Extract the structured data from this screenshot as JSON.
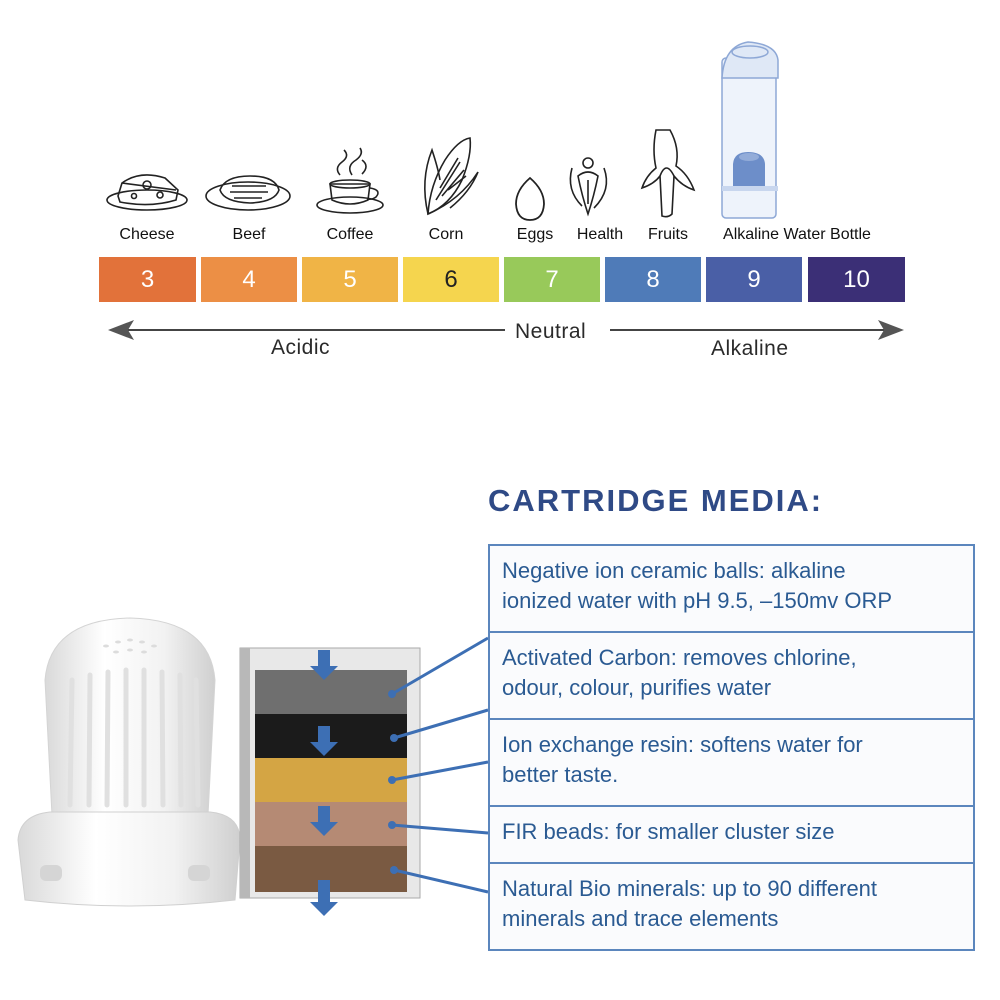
{
  "ph_scale": {
    "items": [
      {
        "label": "Cheese",
        "value": "3",
        "color": "#e2723a",
        "text_color": "#ffffff"
      },
      {
        "label": "Beef",
        "value": "4",
        "color": "#ec8f45",
        "text_color": "#ffffff"
      },
      {
        "label": "Coffee",
        "value": "5",
        "color": "#f0b446",
        "text_color": "#ffffff"
      },
      {
        "label": "Corn",
        "value": "6",
        "color": "#f5d54e",
        "text_color": "#222222"
      },
      {
        "label": "Eggs",
        "value": "7",
        "color": "#98c95a",
        "text_color": "#ffffff"
      },
      {
        "label": "Health",
        "value": "8",
        "color": "#4f7bb8",
        "text_color": "#ffffff"
      },
      {
        "label": "Fruits",
        "value": "9",
        "color": "#4a5fa6",
        "text_color": "#ffffff"
      },
      {
        "label": "Alkaline Water Bottle",
        "value": "10",
        "color": "#3b2f76",
        "text_color": "#ffffff"
      }
    ],
    "axis": {
      "left": "Acidic",
      "center": "Neutral",
      "right": "Alkaline"
    }
  },
  "cartridge": {
    "title": "CARTRIDGE MEDIA:",
    "layers": [
      {
        "line1": "Negative ion ceramic balls: alkaline",
        "line2": "ionized water with pH 9.5, –150mv ORP"
      },
      {
        "line1": "Activated Carbon: removes chlorine,",
        "line2": "odour, colour, purifies water"
      },
      {
        "line1": "Ion exchange resin: softens water for",
        "line2": "better taste."
      },
      {
        "line1": "FIR beads: for smaller cluster size",
        "line2": ""
      },
      {
        "line1": "Natural Bio minerals: up to 90 different",
        "line2": "minerals and trace elements"
      }
    ]
  },
  "colors": {
    "accent": "#2f4a86",
    "box_border": "#5b86bd",
    "box_text": "#2a5a92",
    "arrow": "#3d6fb4"
  }
}
